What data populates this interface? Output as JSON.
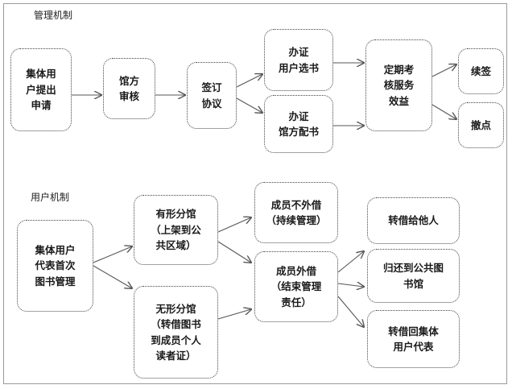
{
  "sections": {
    "management_title": "管理机制",
    "user_title": "用户机制"
  },
  "nodes": {
    "m_apply": "集体用\n户提出\n申请",
    "m_review": "馆方\n审核",
    "m_sign": "签订\n协议",
    "m_user_select": "办证\n用户选书",
    "m_lib_assign": "办证\n馆方配书",
    "m_eval": "定期考\n核服务\n效益",
    "m_renew": "续签",
    "m_revoke": "撤点",
    "u_rep": "集体用户\n代表首次\n图书管理",
    "u_tangible": "有形分馆\n（上架到公\n共区域）",
    "u_intangible": "无形分馆\n（转借图书\n到成员个人\n读者证）",
    "u_no_lend": "成员不外借\n（持续管理）",
    "u_lend": "成员外借\n（结束管理\n责任）",
    "u_transfer": "转借给他人",
    "u_return": "归还到公共图\n书馆",
    "u_back_rep": "转借回集体\n用户代表"
  }
}
